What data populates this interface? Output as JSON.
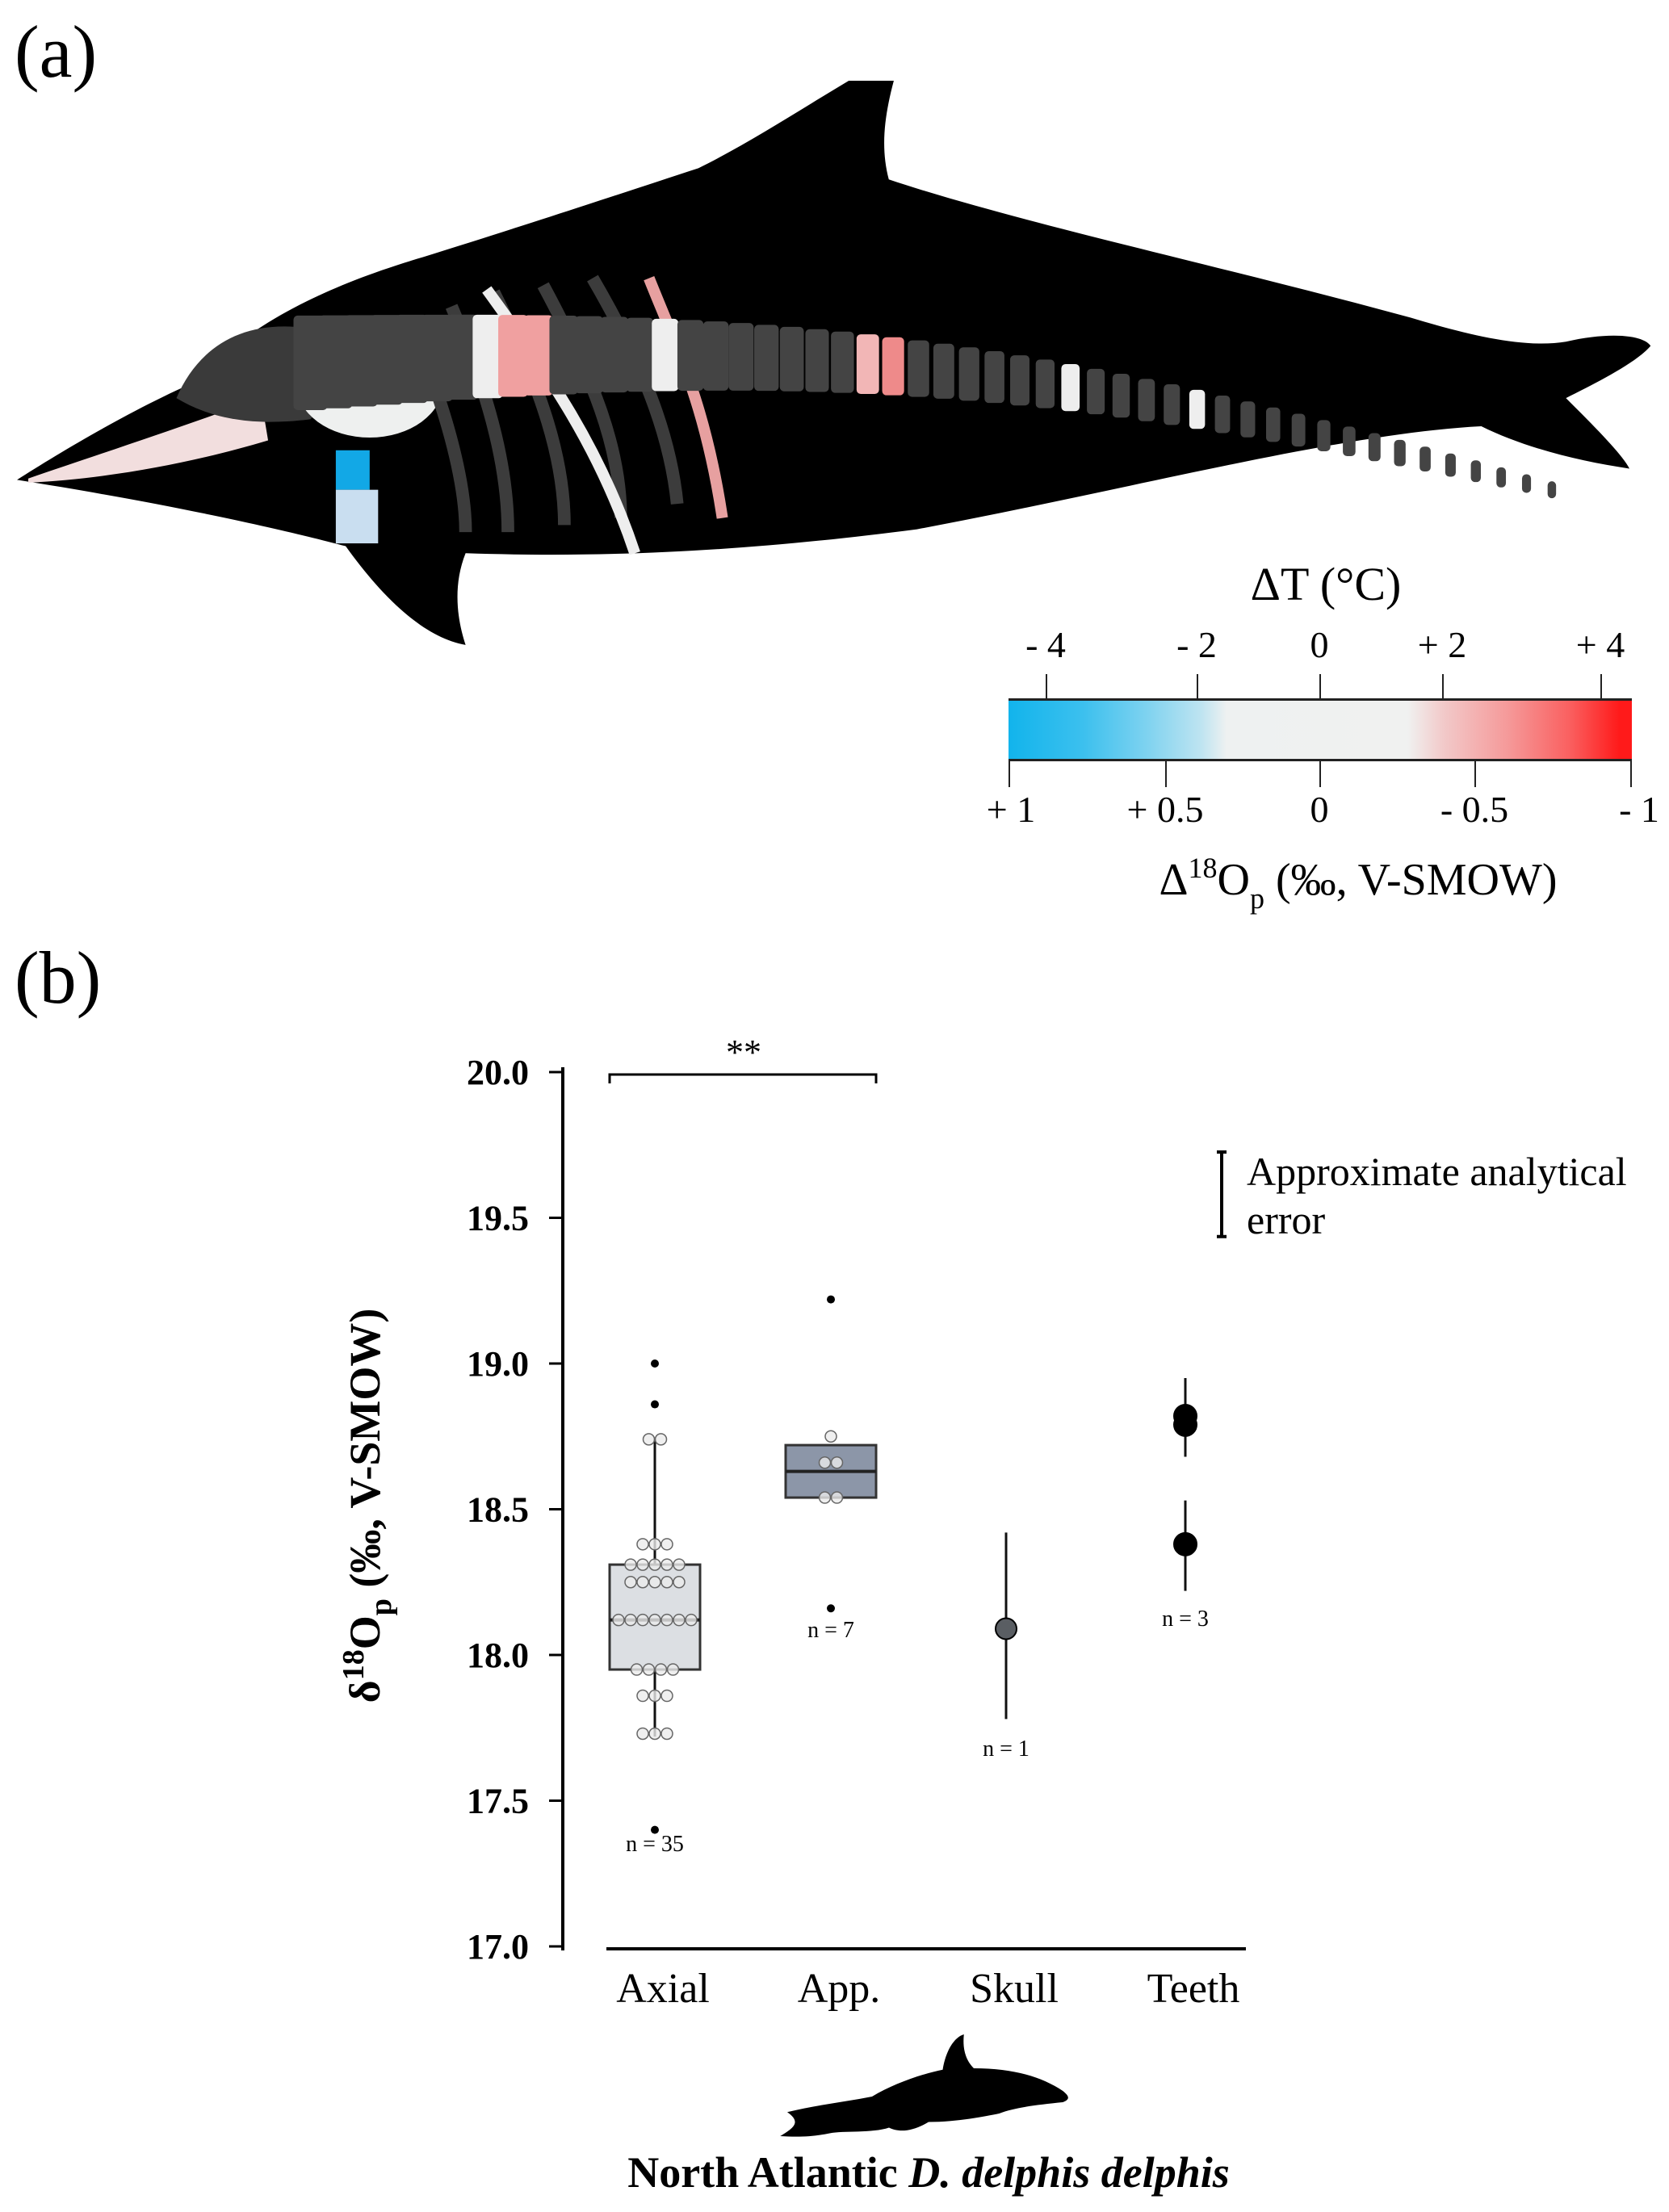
{
  "panel_a": {
    "label": "(a)",
    "colorbar": {
      "title": "ΔT (°C)",
      "top_ticks": [
        "- 4",
        "- 2",
        "0",
        "+ 2",
        "+ 4"
      ],
      "bottom_ticks": [
        "+ 1",
        "+ 0.5",
        "0",
        "- 0.5",
        "- 1"
      ],
      "xlabel": {
        "delta": "Δ",
        "sup": "18",
        "main": "O",
        "sub": "p",
        "rest": " (‰, V-SMOW)"
      },
      "colors": {
        "cold": "#12b4ec",
        "neutral": "#f0f1f0",
        "warm": "#ff1a1a"
      }
    }
  },
  "panel_b": {
    "label": "(b)",
    "caption_prefix": "North Atlantic ",
    "caption_species": "D. delphis delphis"
  },
  "chart_data": {
    "type": "box",
    "ylabel": {
      "delta": "δ",
      "sup": "18",
      "main": "O",
      "sub": "p",
      "rest": " (‰, V-SMOW)"
    },
    "ylim": [
      17.0,
      20.0
    ],
    "yticks": [
      "17.0",
      "17.5",
      "18.0",
      "18.5",
      "19.0",
      "19.5",
      "20.0"
    ],
    "categories": [
      "Axial",
      "App.",
      "Skull",
      "Teeth"
    ],
    "significance": {
      "label": "**",
      "between": [
        "Axial",
        "App."
      ]
    },
    "legend": {
      "line1": "Approximate analytical",
      "line2": "error",
      "error_span": 0.25
    },
    "groups": [
      {
        "name": "Axial",
        "n_label": "n = 35",
        "box": {
          "q1": 17.95,
          "median": 18.12,
          "q3": 18.31,
          "whisker_low": 17.72,
          "whisker_high": 18.74
        },
        "points": [
          18.74,
          18.74,
          18.38,
          18.38,
          18.38,
          18.31,
          18.31,
          18.31,
          18.31,
          18.31,
          18.25,
          18.25,
          18.25,
          18.25,
          18.25,
          18.12,
          18.12,
          18.12,
          18.12,
          18.12,
          18.12,
          18.12,
          17.95,
          17.95,
          17.95,
          17.95,
          17.86,
          17.86,
          17.86,
          17.73,
          17.73,
          17.73
        ],
        "outliers": [
          19.0,
          18.86,
          17.4
        ],
        "fill": "#dcdfe3"
      },
      {
        "name": "App.",
        "n_label": "n = 7",
        "box": {
          "q1": 18.54,
          "median": 18.63,
          "q3": 18.72,
          "whisker_low": 18.54,
          "whisker_high": 18.72
        },
        "points": [
          18.75,
          18.66,
          18.66,
          18.54,
          18.54
        ],
        "outliers": [
          19.22,
          18.16
        ],
        "fill": "#8c96a8"
      },
      {
        "name": "Skull",
        "n_label": "n = 1",
        "values": [
          18.09
        ],
        "errors": [
          [
            17.78,
            18.42
          ]
        ],
        "fill": "#5a5e63"
      },
      {
        "name": "Teeth",
        "n_label": "n = 3",
        "values": [
          18.82,
          18.79,
          18.38
        ],
        "errors": [
          [
            18.68,
            18.95
          ],
          [
            18.68,
            18.95
          ],
          [
            18.22,
            18.53
          ]
        ],
        "fill": "#000000"
      }
    ]
  }
}
